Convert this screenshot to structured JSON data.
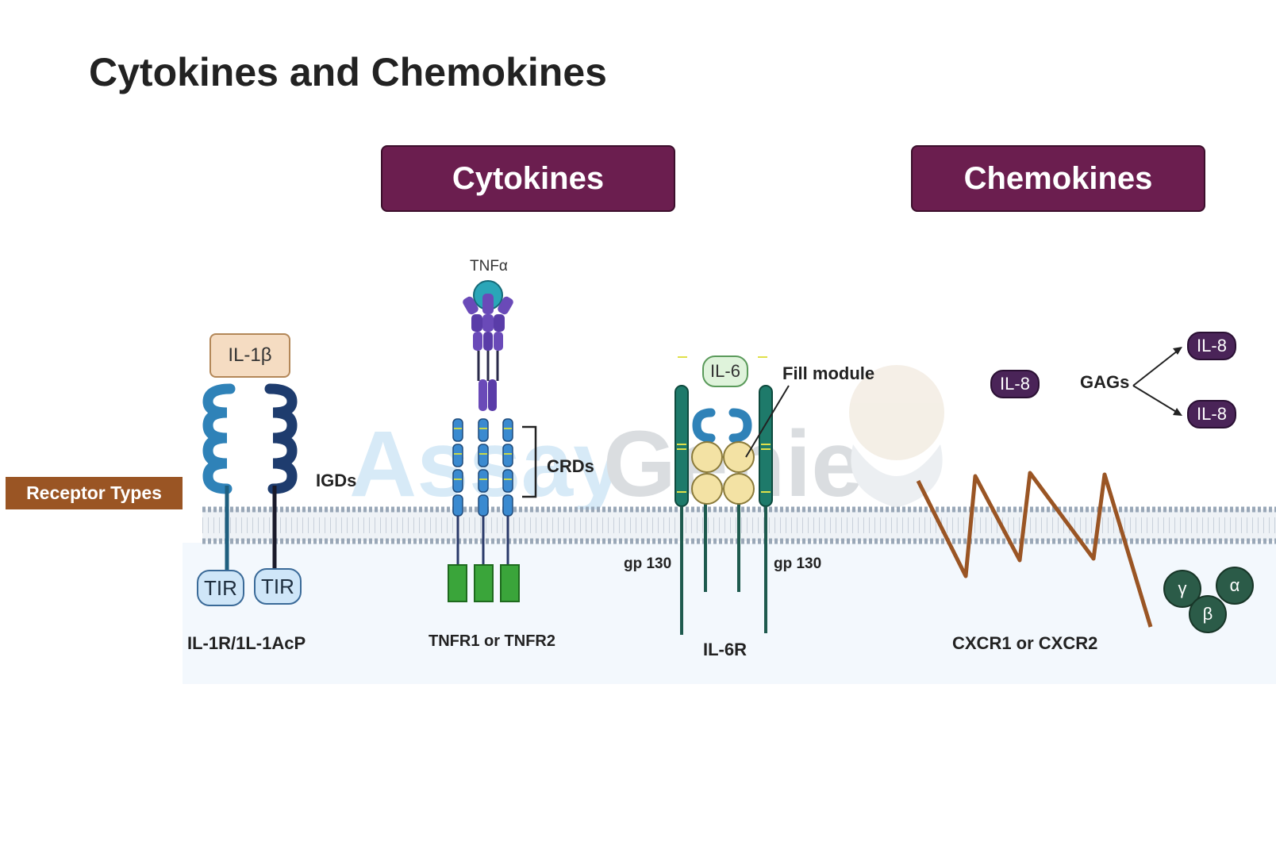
{
  "title": "Cytokines and Chemokines",
  "headers": {
    "cytokines": "Cytokines",
    "chemokines": "Chemokines"
  },
  "side_label": "Receptor Types",
  "il1": {
    "ligand": "IL-1β",
    "tir_left": "TIR",
    "tir_right": "TIR",
    "igds": "IGDs",
    "name": "IL-1R/1L-1AcP"
  },
  "tnf": {
    "ligand": "TNFα",
    "crds": "CRDs",
    "name": "TNFR1 or TNFR2"
  },
  "il6": {
    "ligand": "IL-6",
    "fill_module": "Fill module",
    "gp130_left": "gp 130",
    "gp130_right": "gp 130",
    "name": "IL-6R"
  },
  "chemo": {
    "il8_free": "IL-8",
    "gags": "GAGs",
    "il8_top": "IL-8",
    "il8_bottom": "IL-8",
    "name": "CXCR1 or CXCR2",
    "gamma": "γ",
    "alpha": "α",
    "beta": "β"
  },
  "watermark": "AssayGenie",
  "colors": {
    "header_bg": "#6b1e4f",
    "side_bg": "#9a5524",
    "receptor_brown": "#9a5524",
    "membrane": "#9aa8b8"
  }
}
